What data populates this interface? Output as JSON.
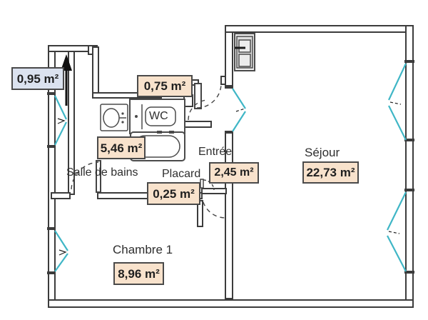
{
  "plan": {
    "type": "apartment-floor-plan",
    "rooms": [
      {
        "id": "corridor-duct",
        "area_label": "0,95 m²"
      },
      {
        "id": "upper-duct",
        "area_label": "0,75 m²"
      },
      {
        "id": "wc",
        "name": "WC"
      },
      {
        "id": "bathroom",
        "name": "Salle de bains",
        "area_label": "5,46 m²"
      },
      {
        "id": "entry",
        "name": "Entrée",
        "area_label": "2,45 m²"
      },
      {
        "id": "closet",
        "name": "Placard",
        "area_label": "0,25 m²"
      },
      {
        "id": "living-room",
        "name": "Séjour",
        "area_label": "22,73 m²"
      },
      {
        "id": "bedroom",
        "name": "Chambre 1",
        "area_label": "8,96 m²"
      }
    ],
    "colors": {
      "wall": "#3c3c3c",
      "window": "#3fb6c6",
      "area_label_bg": "#f8e2cc",
      "highlight_label_bg": "#dbe2ef",
      "paper": "#ffffff"
    }
  }
}
